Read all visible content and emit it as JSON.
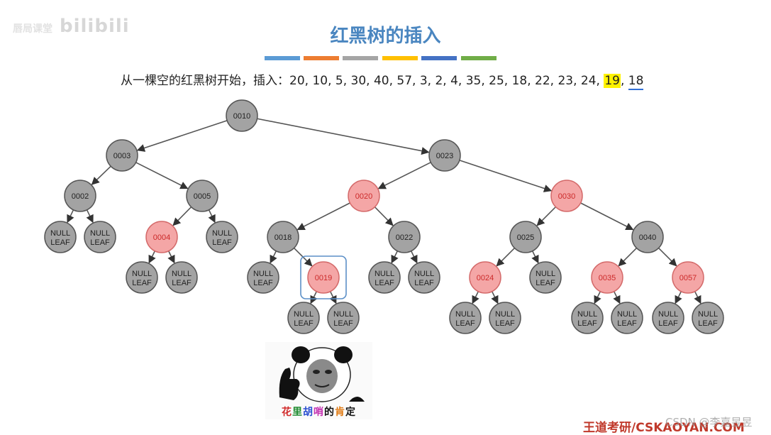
{
  "watermark": {
    "small": "唇局课堂",
    "brand": "bilibili"
  },
  "title": "红黑树的插入",
  "color_bar": [
    "#5b9bd5",
    "#ed7d31",
    "#a5a5a5",
    "#ffc000",
    "#4472c4",
    "#70ad47"
  ],
  "sequence": {
    "prefix": "从一棵空的红黑树开始，插入：",
    "values": "20, 10, 5, 30, 40, 57, 3, 2, 4, 35, 25, 18, 22, 23, 24,",
    "highlighted": "19",
    "separator": ",",
    "underlined": "18"
  },
  "colors": {
    "black_node": "#a3a3a3",
    "red_node": "#f4a6a6",
    "edge": "#555555",
    "selection": "#5b8fc7"
  },
  "leaf_label": {
    "line1": "NULL",
    "line2": "LEAF"
  },
  "tree": {
    "id": "n10",
    "label": "0010",
    "color": "black",
    "children": [
      {
        "id": "n3",
        "label": "0003",
        "color": "black",
        "children": [
          {
            "id": "n2",
            "label": "0002",
            "color": "black",
            "children": [
              "leaf",
              "leaf"
            ]
          },
          {
            "id": "n5",
            "label": "0005",
            "color": "black",
            "children": [
              {
                "id": "n4",
                "label": "0004",
                "color": "red",
                "children": [
                  "leaf",
                  "leaf"
                ]
              },
              "leaf"
            ]
          }
        ]
      },
      {
        "id": "n23",
        "label": "0023",
        "color": "black",
        "children": [
          {
            "id": "n20",
            "label": "0020",
            "color": "red",
            "children": [
              {
                "id": "n18",
                "label": "0018",
                "color": "black",
                "children": [
                  "leaf",
                  {
                    "id": "n19",
                    "label": "0019",
                    "color": "red",
                    "selected": true,
                    "children": [
                      "leaf",
                      "leaf"
                    ]
                  }
                ]
              },
              {
                "id": "n22",
                "label": "0022",
                "color": "black",
                "children": [
                  "leaf",
                  "leaf"
                ]
              }
            ]
          },
          {
            "id": "n30",
            "label": "0030",
            "color": "red",
            "children": [
              {
                "id": "n25",
                "label": "0025",
                "color": "black",
                "children": [
                  {
                    "id": "n24",
                    "label": "0024",
                    "color": "red",
                    "children": [
                      "leaf",
                      "leaf"
                    ]
                  },
                  "leaf"
                ]
              },
              {
                "id": "n40",
                "label": "0040",
                "color": "black",
                "children": [
                  {
                    "id": "n35",
                    "label": "0035",
                    "color": "red",
                    "children": [
                      "leaf",
                      "leaf"
                    ]
                  },
                  {
                    "id": "n57",
                    "label": "0057",
                    "color": "red",
                    "children": [
                      "leaf",
                      "leaf"
                    ]
                  }
                ]
              }
            ]
          }
        ]
      }
    ]
  },
  "meme": {
    "caption_parts": [
      {
        "text": "花",
        "color": "#d12a2a"
      },
      {
        "text": "里",
        "color": "#1d8a2e"
      },
      {
        "text": "胡",
        "color": "#2a4fd1"
      },
      {
        "text": "哨",
        "color": "#c42fb0"
      },
      {
        "text": "的",
        "color": "#111111"
      },
      {
        "text": "肯",
        "color": "#e07a12"
      },
      {
        "text": "定",
        "color": "#111111"
      }
    ]
  },
  "footer": "王道考研/CSKAOYAN.COM",
  "csdn_watermark": "CSDN @李嘉昱昱"
}
